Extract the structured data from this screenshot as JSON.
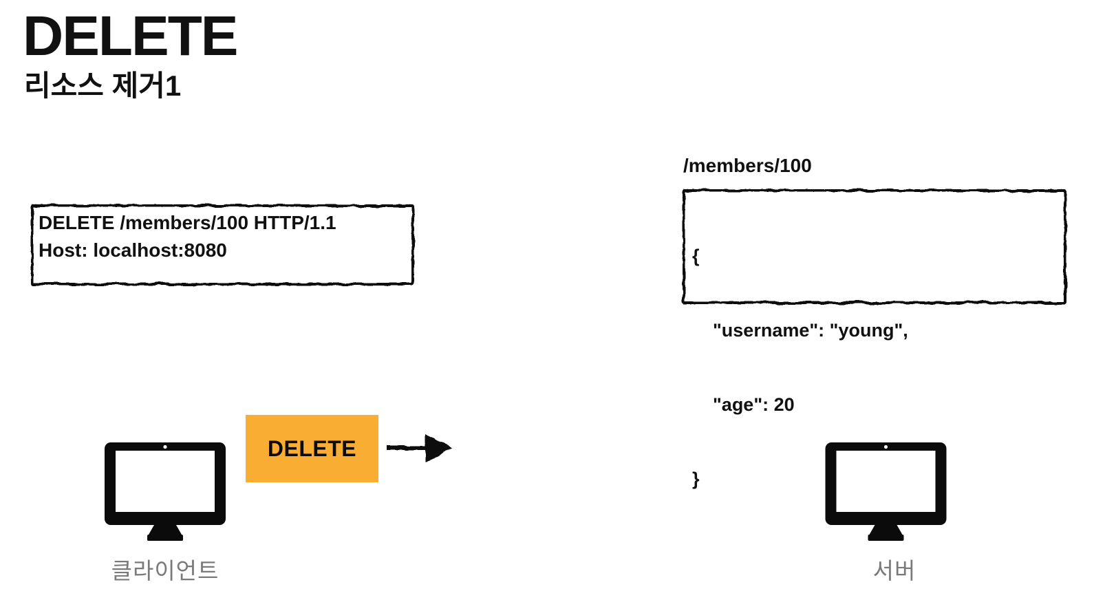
{
  "page": {
    "title": "DELETE",
    "subtitle": "리소스 제거1"
  },
  "request_box": {
    "line1": "DELETE /members/100 HTTP/1.1",
    "line2": "Host: localhost:8080"
  },
  "resource": {
    "path_label": "/members/100",
    "body_lines": [
      "{",
      "\"username\": \"young\",",
      "\"age\": 20",
      "}"
    ]
  },
  "flow": {
    "method_label": "DELETE",
    "client_label": "클라이언트",
    "server_label": "서버"
  },
  "icons": {
    "client": "desktop-monitor-icon",
    "server": "desktop-monitor-icon",
    "arrow": "right-arrow-icon"
  },
  "colors": {
    "method_bg": "#FAAD33",
    "ink": "#111111",
    "label_gray": "#7A7A7A"
  }
}
